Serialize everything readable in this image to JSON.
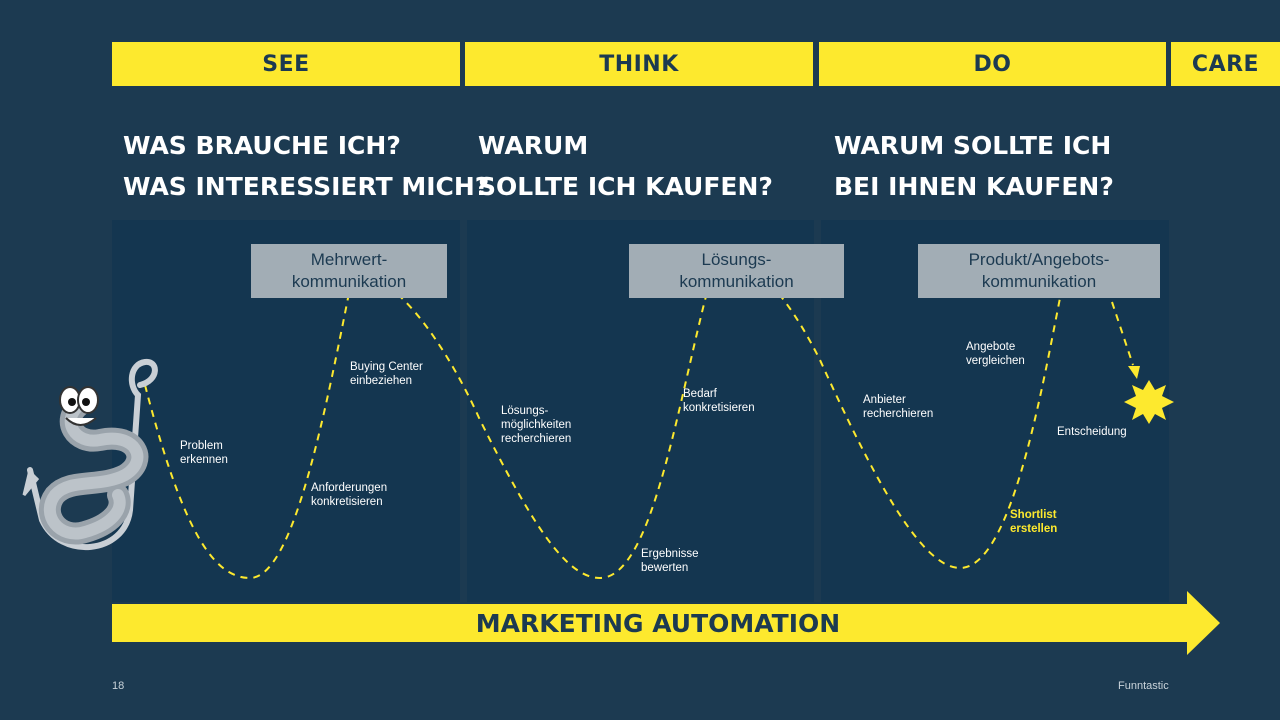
{
  "phases": [
    {
      "label": "SEE"
    },
    {
      "label": "THINK"
    },
    {
      "label": "DO"
    },
    {
      "label": "CARE"
    }
  ],
  "headings": [
    {
      "text": "WAS BRAUCHE ICH?\nWAS INTERESSIERT MICH?"
    },
    {
      "text": "WARUM\nSOLLTE ICH KAUFEN?"
    },
    {
      "text": "WARUM SOLLTE ICH\nBEI IHNEN KAUFEN?"
    }
  ],
  "boxes": [
    {
      "text": "Mehrwert-\nkommunikation"
    },
    {
      "text": "Lösungs-\nkommunikation"
    },
    {
      "text": "Produkt/Angebots-\nkommunikation"
    }
  ],
  "steps": [
    {
      "text": "Problem\nerkennen"
    },
    {
      "text": "Anforderungen\nkonkretisieren"
    },
    {
      "text": "Buying Center\neinbeziehen"
    },
    {
      "text": "Lösungs-\nmöglichkeiten\nrecherchieren"
    },
    {
      "text": "Ergebnisse\nbewerten"
    },
    {
      "text": "Bedarf\nkonkretisieren"
    },
    {
      "text": "Anbieter\nrecherchieren"
    },
    {
      "text": "Shortlist\nerstellen"
    },
    {
      "text": "Angebote\nvergleichen"
    },
    {
      "text": "Entscheidung"
    }
  ],
  "arrow_label": "MARKETING AUTOMATION",
  "footer": {
    "page_number": "18",
    "brand": "Funntastic"
  },
  "colors": {
    "background": "#1c3a51",
    "panel": "#143650",
    "accent": "#fde92e",
    "box": "#a2adb5"
  },
  "icons": {
    "mascot": "worm-on-hook-icon",
    "goal": "starburst-icon"
  }
}
